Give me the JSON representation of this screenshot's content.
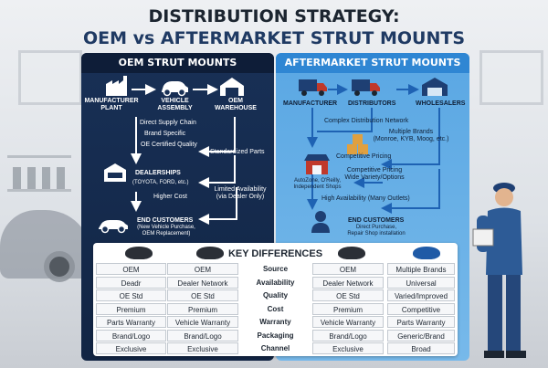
{
  "title": {
    "line1": "DISTRIBUTION STRATEGY:",
    "line2": "OEM vs AFTERMARKET STRUT MOUNTS"
  },
  "oem": {
    "header": "OEM STRUT MOUNTS",
    "manufacturer_plant": "MANUFACTURER\nPLANT",
    "vehicle_assembly": "VEHICLE\nASSEMBLY",
    "oem_warehouse": "OEM\nWAREHOUSE",
    "notes": [
      "Direct Supply Chain",
      "Brand Specific",
      "OE Certified Quality"
    ],
    "standardized": "Standardized Parts",
    "dealerships": "DEALERSHIPS",
    "dealerships_sub": "(TOYOTA, FORD, etc.)",
    "higher_cost": "Higher Cost",
    "limited": "Limited Availability\n(via Dealer Only)",
    "end_customers": "END CUSTOMERS",
    "end_customers_sub": "(New Vehicle Purchase,\nOEM Replacement)"
  },
  "aftermarket": {
    "header": "AFTERMARKET STRUT MOUNTS",
    "manufacturer": "MANUFACTURER",
    "distributors": "DISTRIBUTORS",
    "wholesalers": "WHOLESALERS",
    "complex": "Complex Distribution Network",
    "multiple": "Multiple Brands\n(Monroe, KYB, Moog, etc.)",
    "competitive": "Competitive Pricing",
    "competitive2": "Competitive Pricing\nWide Variety/Options",
    "shops": "AutoZone, O'Reilly,\nIndependent Shops",
    "high": "High Availability (Many Outlets)",
    "end_customers": "END CUSTOMERS",
    "end_customers_sub": "Direct Purchase,\nRepair Shop installation"
  },
  "table": {
    "title": "KEY DIFFERENCES",
    "rows": [
      [
        "OEM",
        "OEM",
        "Source",
        "OEM",
        "Multiple Brands"
      ],
      [
        "Deadr",
        "Dealer Network",
        "Availability",
        "Dealer Network",
        "Universal"
      ],
      [
        "OE Std",
        "OE Std",
        "Quality",
        "OE Std",
        "Varied/Improved"
      ],
      [
        "Premium",
        "Premium",
        "Cost",
        "Premium",
        "Competitive"
      ],
      [
        "Parts Warranty",
        "Vehicle Warranty",
        "Warranty",
        "Vehicle Warranty",
        "Parts Warranty"
      ],
      [
        "Brand/Logo",
        "Brand/Logo",
        "Packaging",
        "Brand/Logo",
        "Generic/Brand"
      ],
      [
        "Exclusive",
        "Exclusive",
        "Channel",
        "Exclusive",
        "Broad"
      ]
    ]
  },
  "colors": {
    "oem_panel": "#183056",
    "after_panel": "#5aa7e3",
    "accent": "#2f86d3"
  }
}
